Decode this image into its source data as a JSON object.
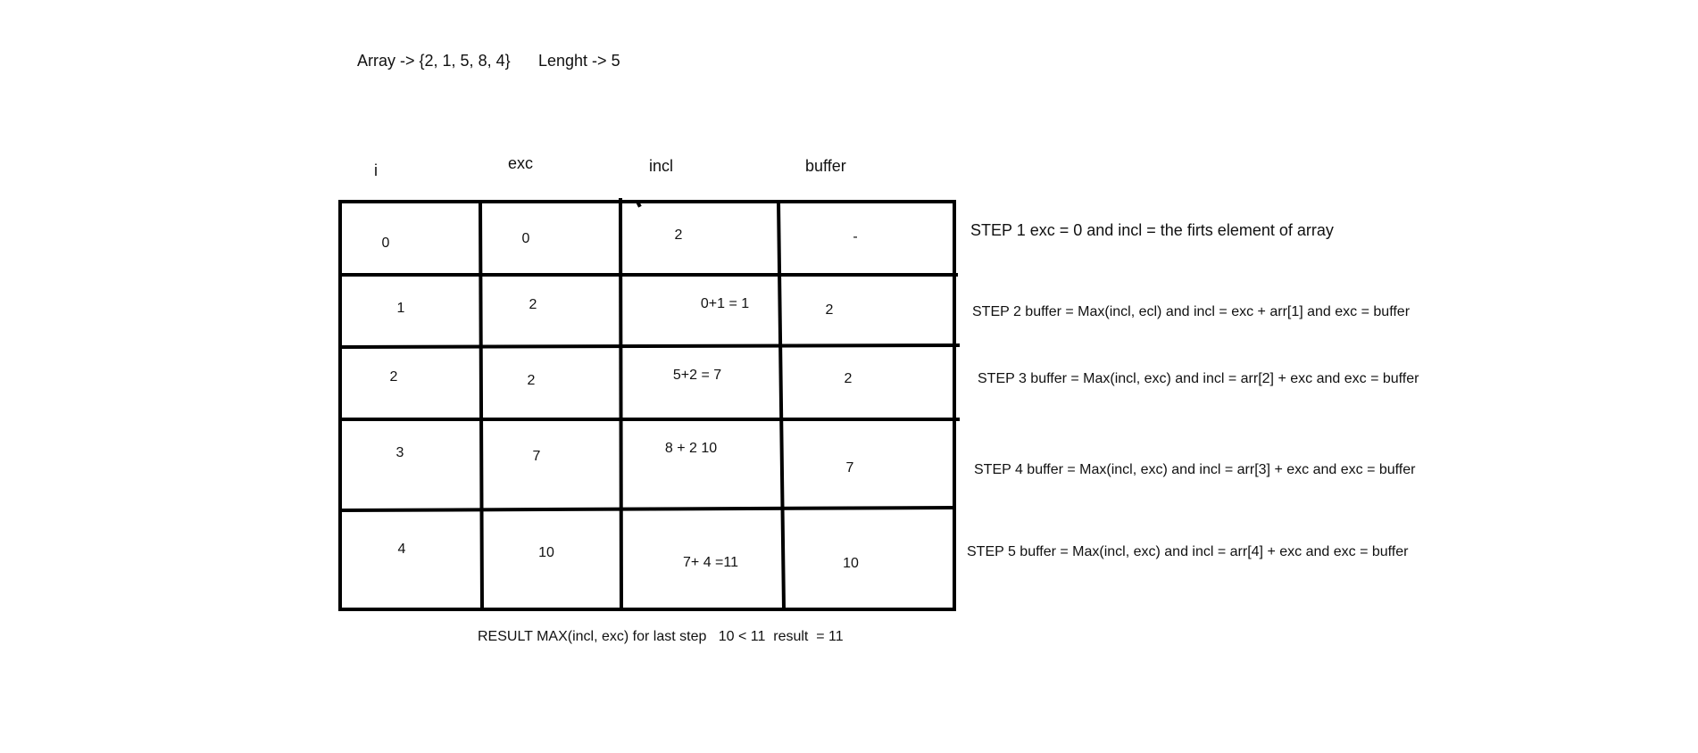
{
  "array_label": "Array -> {2, 1, 5, 8, 4}",
  "length_label": "Lenght -> 5",
  "headers": {
    "i": "i",
    "exc": "exc",
    "incl": "incl",
    "buffer": "buffer"
  },
  "rows": [
    {
      "i": "0",
      "exc": "0",
      "incl": "2",
      "buffer": "-"
    },
    {
      "i": "1",
      "exc": "2",
      "incl": "0+1 = 1",
      "buffer": "2"
    },
    {
      "i": "2",
      "exc": "2",
      "incl": "5+2 = 7",
      "buffer": "2"
    },
    {
      "i": "3",
      "exc": "7",
      "incl": "8 + 2 10",
      "buffer": "7"
    },
    {
      "i": "4",
      "exc": "10",
      "incl": "7+ 4 =11",
      "buffer": "10"
    }
  ],
  "steps": [
    "STEP 1 exc = 0 and incl = the firts element of array",
    "STEP 2 buffer = Max(incl, ecl) and incl = exc + arr[1] and exc = buffer",
    "STEP 3 buffer = Max(incl, exc) and incl = arr[2] + exc and exc = buffer",
    "STEP 4 buffer = Max(incl, exc) and incl = arr[3] + exc and exc = buffer",
    "STEP 5 buffer = Max(incl, exc) and incl = arr[4] + exc and exc = buffer"
  ],
  "result": "RESULT MAX(incl, exc) for last step   10 < 11  result  = 11"
}
